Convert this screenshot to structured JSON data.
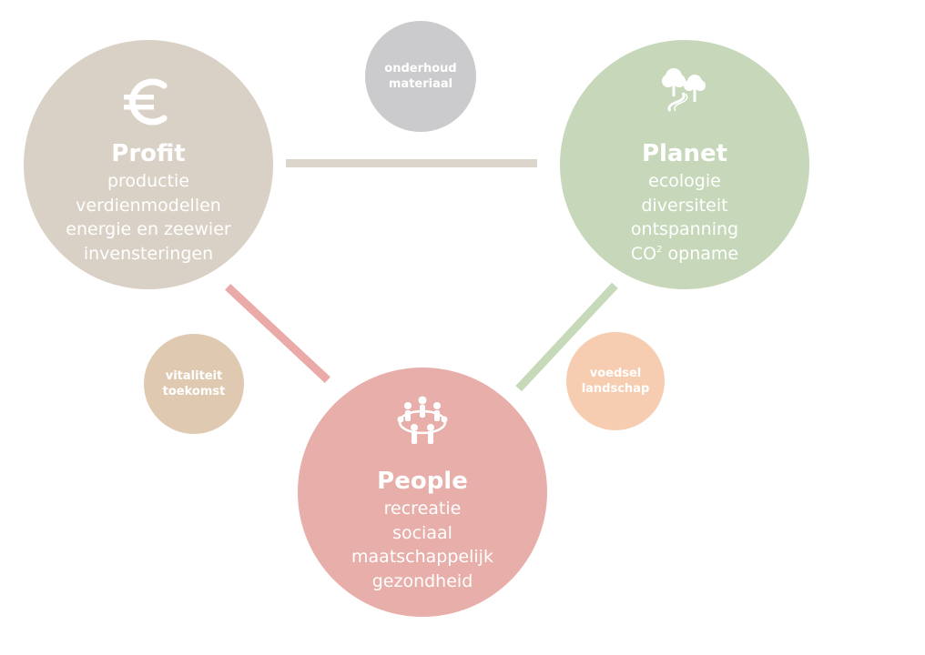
{
  "profit": {
    "title": "Profit",
    "lines": [
      "productie",
      "verdienmodellen",
      "energie en zeewier",
      "invensteringen"
    ],
    "icon": "euro-icon",
    "color": "#d9d1c5"
  },
  "planet": {
    "title": "Planet",
    "lines": [
      "ecologie",
      "diversiteit",
      "ontspanning"
    ],
    "co2_prefix": "CO",
    "co2_sup": "2",
    "co2_suffix": " opname",
    "icon": "trees-path-icon",
    "color": "#c7d8ba"
  },
  "people": {
    "title": "People",
    "lines": [
      "recreatie",
      "sociaal",
      "maatschappelijk",
      "gezondheid"
    ],
    "icon": "people-circle-icon",
    "color": "#e8aea9"
  },
  "labels": {
    "onderhoud": {
      "lines": [
        "onderhoud",
        "materiaal"
      ],
      "color": "#cbcbcd"
    },
    "vitaliteit": {
      "lines": [
        "vitaliteit",
        "toekomst"
      ],
      "color": "#dfcab1"
    },
    "voedsel": {
      "lines": [
        "voedsel",
        "landschap"
      ],
      "color": "#f7cdb1"
    }
  },
  "connector_colors": {
    "profit_planet": "#dcd5cb",
    "profit_people": "#eaaaa8",
    "planet_people": "#c6d9b8"
  }
}
